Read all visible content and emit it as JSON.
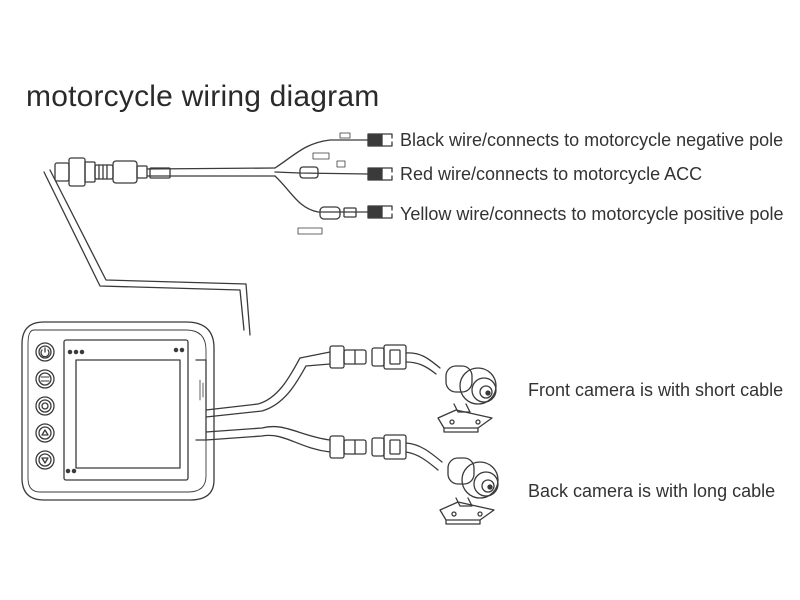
{
  "title": "motorcycle wiring diagram",
  "wires": [
    {
      "label": "Black wire/connects to motorcycle negative pole"
    },
    {
      "label": "Red wire/connects to motorcycle ACC"
    },
    {
      "label": "Yellow wire/connects to motorcycle positive pole"
    }
  ],
  "cameras": [
    {
      "label": "Front camera is with short cable"
    },
    {
      "label": "Back camera is with long cable"
    }
  ],
  "device_buttons": [
    "power-icon",
    "ok-icon",
    "menu-icon",
    "up-icon",
    "down-icon"
  ],
  "colors": {
    "line": "#3a3a3a",
    "text": "#333333",
    "background": "#ffffff"
  }
}
